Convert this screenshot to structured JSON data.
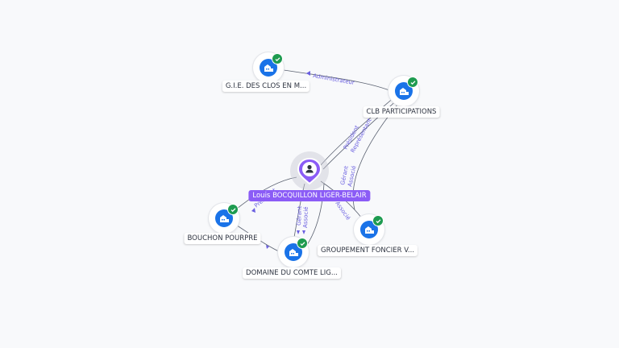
{
  "person": {
    "name": "Louis BOCQUILLON LIGER-BELAIR",
    "accent_color": "#8b5cf6",
    "icon": "person-icon"
  },
  "companies": [
    {
      "id": "gie",
      "label": "G.I.E. DES CLOS EN M...",
      "icon": "building-icon",
      "status_icon": "check-icon"
    },
    {
      "id": "clb",
      "label": "CLB PARTICIPATIONS",
      "icon": "building-icon",
      "status_icon": "check-icon"
    },
    {
      "id": "bouchon",
      "label": "BOUCHON POURPRE",
      "icon": "building-icon",
      "status_icon": "check-icon"
    },
    {
      "id": "domaine",
      "label": "DOMAINE DU COMTE LIG...",
      "icon": "building-icon",
      "status_icon": "check-icon"
    },
    {
      "id": "groupement",
      "label": "GROUPEMENT FONCIER V...",
      "icon": "building-icon",
      "status_icon": "check-icon"
    }
  ],
  "edges": [
    {
      "from": "clb",
      "to": "gie",
      "label": "Administrateur"
    },
    {
      "from": "person",
      "to": "clb",
      "label": "Président"
    },
    {
      "from": "person",
      "to": "clb",
      "label": "Représentant"
    },
    {
      "from": "clb",
      "to": "groupement",
      "label": "Gérant"
    },
    {
      "from": "clb",
      "to": "groupement",
      "label": "Associé"
    },
    {
      "from": "person",
      "to": "domaine",
      "label": "Gérant"
    },
    {
      "from": "person",
      "to": "domaine",
      "label": "Associé"
    },
    {
      "from": "person",
      "to": "bouchon",
      "label": "Président"
    },
    {
      "from": "person",
      "to": "groupement",
      "label": "Associé"
    },
    {
      "from": "bouchon",
      "to": "domaine",
      "label": ""
    }
  ],
  "colors": {
    "company": "#1a73e8",
    "verified": "#1e9b50",
    "edge_label": "#6a5fe0"
  }
}
